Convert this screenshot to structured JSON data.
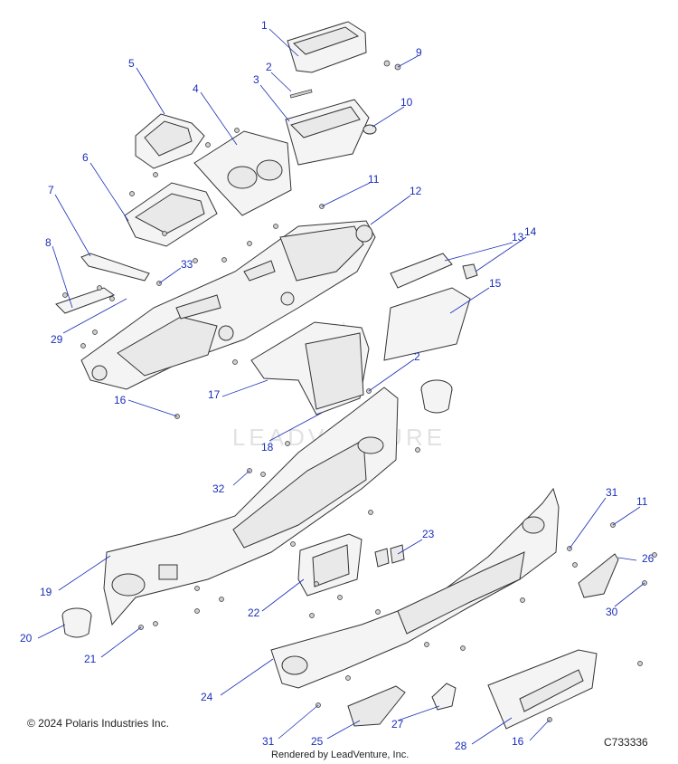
{
  "diagram_id": "C733336",
  "copyright": "© 2024 Polaris Industries Inc.",
  "rendered_by": "Rendered by LeadVenture, Inc.",
  "watermark": "LEADVENTURE",
  "callouts": [
    {
      "id": "c1",
      "label": "1"
    },
    {
      "id": "c9",
      "label": "9"
    },
    {
      "id": "c5",
      "label": "5"
    },
    {
      "id": "c2a",
      "label": "2"
    },
    {
      "id": "c3",
      "label": "3"
    },
    {
      "id": "c4",
      "label": "4"
    },
    {
      "id": "c10",
      "label": "10"
    },
    {
      "id": "c6",
      "label": "6"
    },
    {
      "id": "c11a",
      "label": "11"
    },
    {
      "id": "c12",
      "label": "12"
    },
    {
      "id": "c7",
      "label": "7"
    },
    {
      "id": "c13",
      "label": "13"
    },
    {
      "id": "c14",
      "label": "14"
    },
    {
      "id": "c8",
      "label": "8"
    },
    {
      "id": "c33",
      "label": "33"
    },
    {
      "id": "c15",
      "label": "15"
    },
    {
      "id": "c29",
      "label": "29"
    },
    {
      "id": "c2b",
      "label": "2"
    },
    {
      "id": "c16a",
      "label": "16"
    },
    {
      "id": "c17",
      "label": "17"
    },
    {
      "id": "c18",
      "label": "18"
    },
    {
      "id": "c32",
      "label": "32"
    },
    {
      "id": "c31a",
      "label": "31"
    },
    {
      "id": "c11b",
      "label": "11"
    },
    {
      "id": "c23",
      "label": "23"
    },
    {
      "id": "c26",
      "label": "26"
    },
    {
      "id": "c19",
      "label": "19"
    },
    {
      "id": "c22",
      "label": "22"
    },
    {
      "id": "c30",
      "label": "30"
    },
    {
      "id": "c20",
      "label": "20"
    },
    {
      "id": "c21",
      "label": "21"
    },
    {
      "id": "c24",
      "label": "24"
    },
    {
      "id": "c27",
      "label": "27"
    },
    {
      "id": "c31b",
      "label": "31"
    },
    {
      "id": "c25",
      "label": "25"
    },
    {
      "id": "c28",
      "label": "28"
    },
    {
      "id": "c16b",
      "label": "16"
    }
  ]
}
